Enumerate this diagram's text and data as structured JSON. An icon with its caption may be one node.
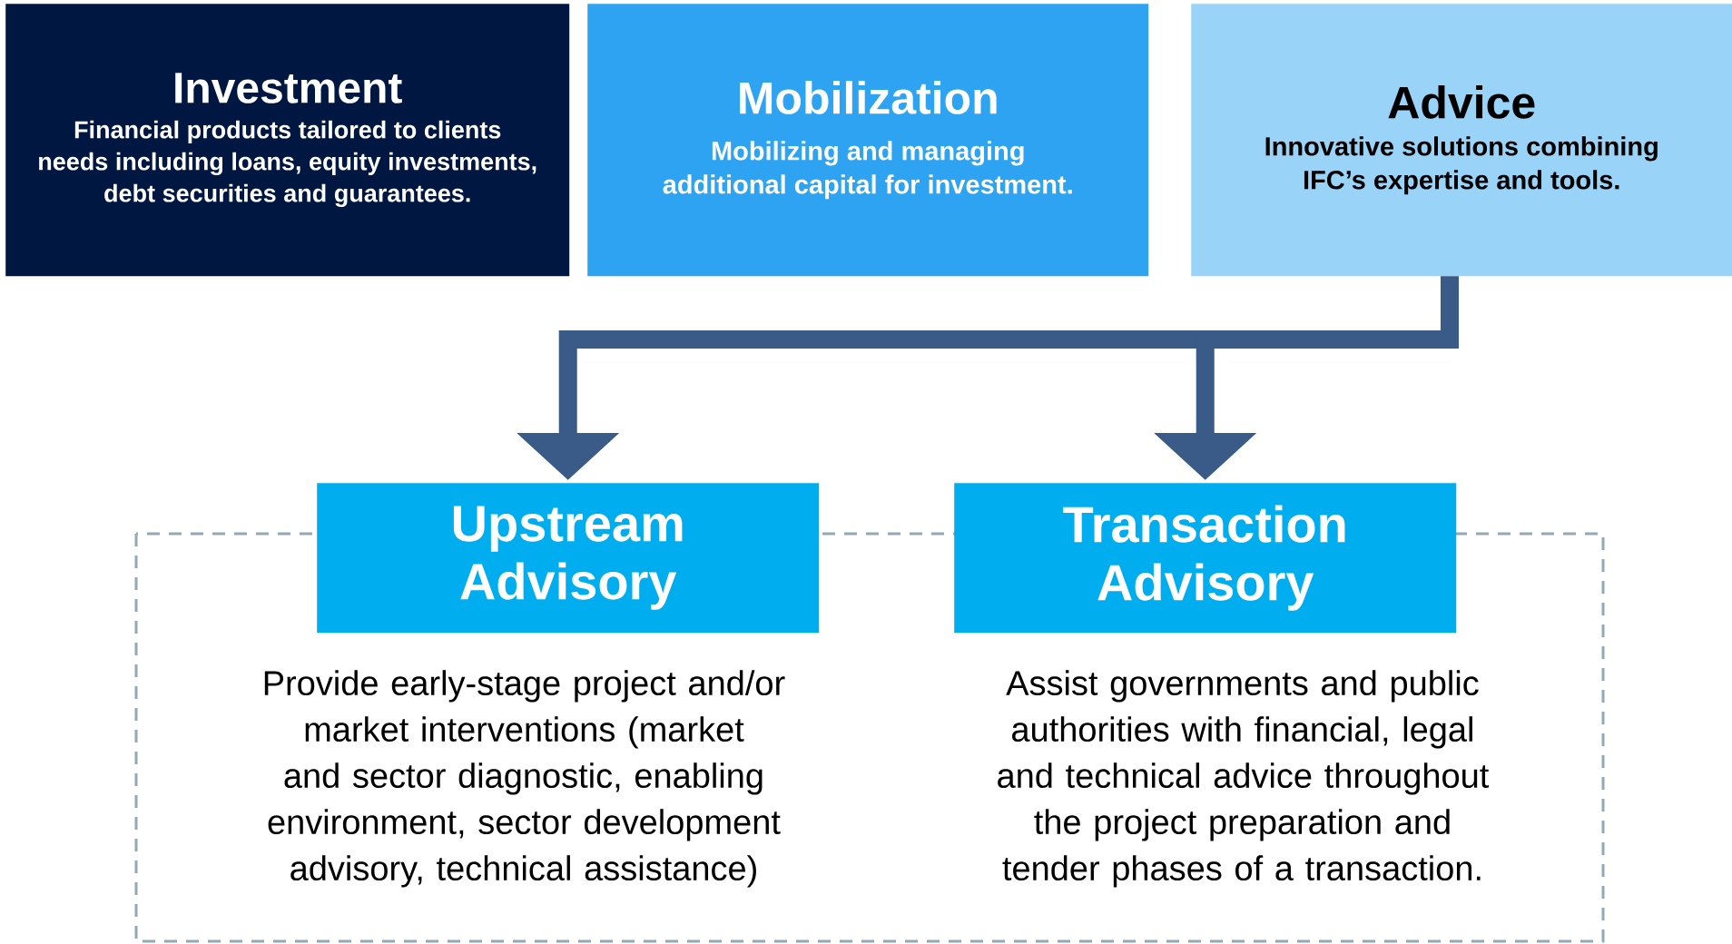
{
  "diagram": {
    "nodes": [
      {
        "text": [
          "Investment",
          "Financial products tailored to clients needs including loans, equity investments, debt securities and guarantees."
        ]
      },
      {
        "text": [
          "Mobilization",
          "Mobilizing and managing additional capital for investment."
        ]
      },
      {
        "text": [
          "Advice",
          "Innovative solutions combining IFC’s expertise and tools."
        ]
      },
      {
        "text": [
          "Upstream Advisory"
        ],
        "beside": [
          "Provide early-stage project and/or market interventions (market and sector diagnostic, enabling environment, sector development advisory, technical assistance)"
        ]
      },
      {
        "text": [
          "Transaction Advisory"
        ],
        "beside": [
          "Assist governments and public authorities with financial, legal and technical advice throughout the project preparation and tender phases of a transaction."
        ]
      }
    ],
    "edges": [
      {
        "from": 2,
        "to": 3,
        "arrow": "to"
      },
      {
        "from": 2,
        "to": 4,
        "arrow": "to"
      }
    ]
  }
}
